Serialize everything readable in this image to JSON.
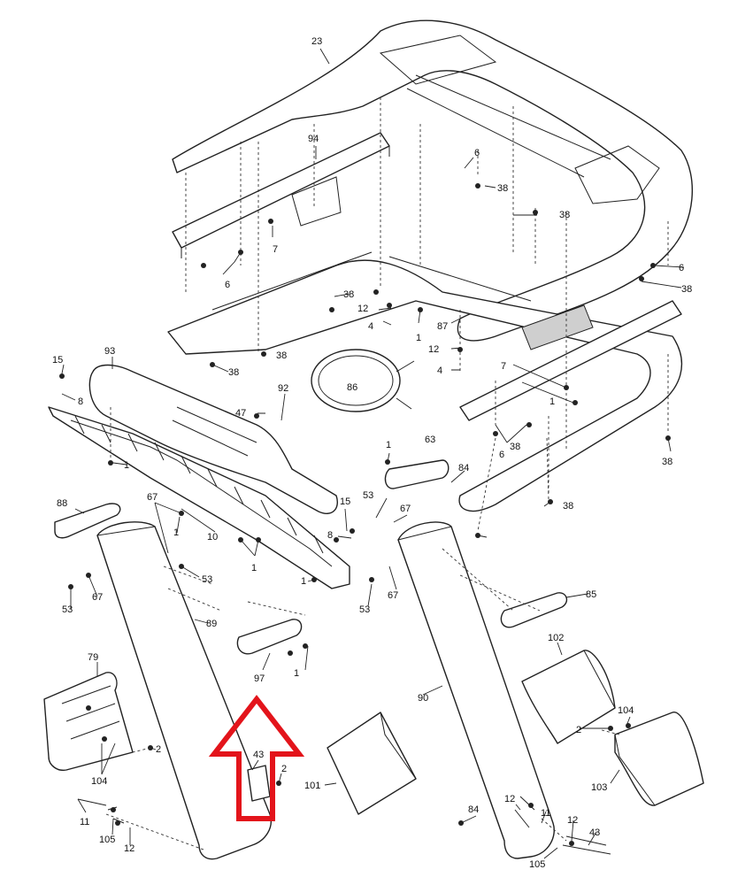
{
  "callouts": {
    "c23": "23",
    "c94": "94",
    "c6a": "6",
    "c38a": "38",
    "c38b": "38",
    "c7a": "7",
    "c6b": "6",
    "c6c": "6",
    "c38c": "38",
    "c38d": "38",
    "c12a": "12",
    "c4a": "4",
    "c1a": "1",
    "c87": "87",
    "c12b": "12",
    "c4b": "4",
    "c7b": "7",
    "c1b": "1",
    "c6d": "6",
    "c38e": "38",
    "c38f": "38",
    "c38g": "38",
    "c38h": "38",
    "c38i": "38",
    "c15a": "15",
    "c8a": "8",
    "c93": "93",
    "c92": "92",
    "c86": "86",
    "c47": "47",
    "c1c": "1",
    "c1d": "1",
    "c63": "63",
    "c84a": "84",
    "c88": "88",
    "c67a": "67",
    "c1e": "1",
    "c10": "10",
    "c1f": "1",
    "c53a": "53",
    "c15b": "15",
    "c8b": "8",
    "c1g": "1",
    "c53b": "53",
    "c67b": "67",
    "c67c": "67",
    "c53c": "53",
    "c53d": "53",
    "c67d": "67",
    "c85": "85",
    "c89": "89",
    "c97": "97",
    "c1h": "1",
    "c79": "79",
    "c102": "102",
    "c90": "90",
    "c104a": "104",
    "c2a": "2",
    "c2b": "2",
    "c104b": "104",
    "c43a": "43",
    "c2c": "2",
    "c101": "101",
    "c103": "103",
    "c11a": "11",
    "c105a": "105",
    "c12c": "12",
    "c84b": "84",
    "c12d": "12",
    "c11b": "11",
    "c12e": "12",
    "c43b": "43",
    "c105b": "105"
  },
  "colors": {
    "highlight_arrow": "#e3141b",
    "line": "#222222"
  }
}
